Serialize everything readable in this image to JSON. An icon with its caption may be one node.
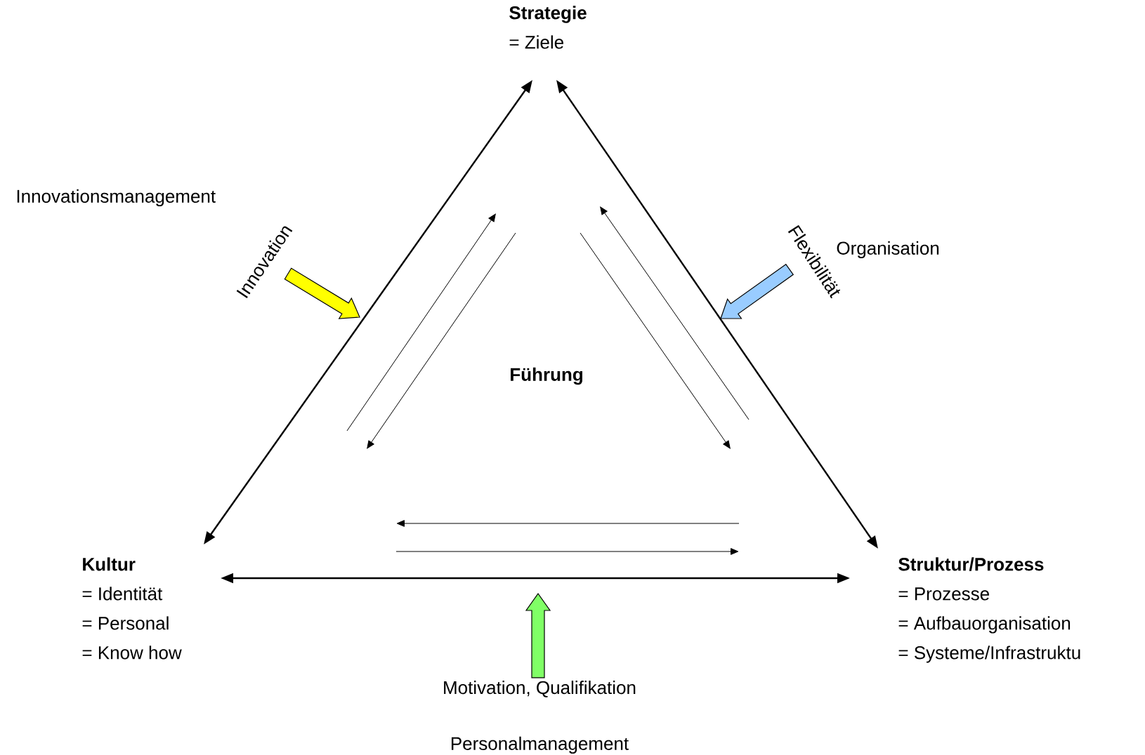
{
  "diagram": {
    "nodes": [
      {
        "text": [
          "Strategie",
          "= Ziele"
        ]
      },
      {
        "text": [
          "Kultur",
          "= Identität",
          "= Personal",
          "= Know how"
        ]
      },
      {
        "text": [
          "Struktur/Prozess",
          "= Prozesse",
          "= Aufbauorganisation",
          "= Systeme/Infrastruktu"
        ]
      },
      {
        "text": [
          "Führung"
        ]
      },
      {
        "text": [
          "Innovation"
        ]
      },
      {
        "text": [
          "Flexibilität"
        ]
      },
      {
        "text": [
          "Motivation, Qualifikation"
        ]
      }
    ],
    "edges": [
      {
        "from": 1,
        "to": 0,
        "arrow": "both"
      },
      {
        "from": 0,
        "to": 2,
        "arrow": "both"
      },
      {
        "from": 1,
        "to": 2,
        "arrow": "both"
      },
      {
        "from": 4,
        "to": null,
        "arrow": "to",
        "color": "#ffff00"
      },
      {
        "from": 5,
        "to": null,
        "arrow": "to",
        "color": "#99ccff"
      },
      {
        "from": 6,
        "to": null,
        "arrow": "to",
        "color": "#80ff66"
      }
    ],
    "labels": [
      "Innovationsmanagement",
      "Organisation",
      "Personalmanagement"
    ]
  }
}
